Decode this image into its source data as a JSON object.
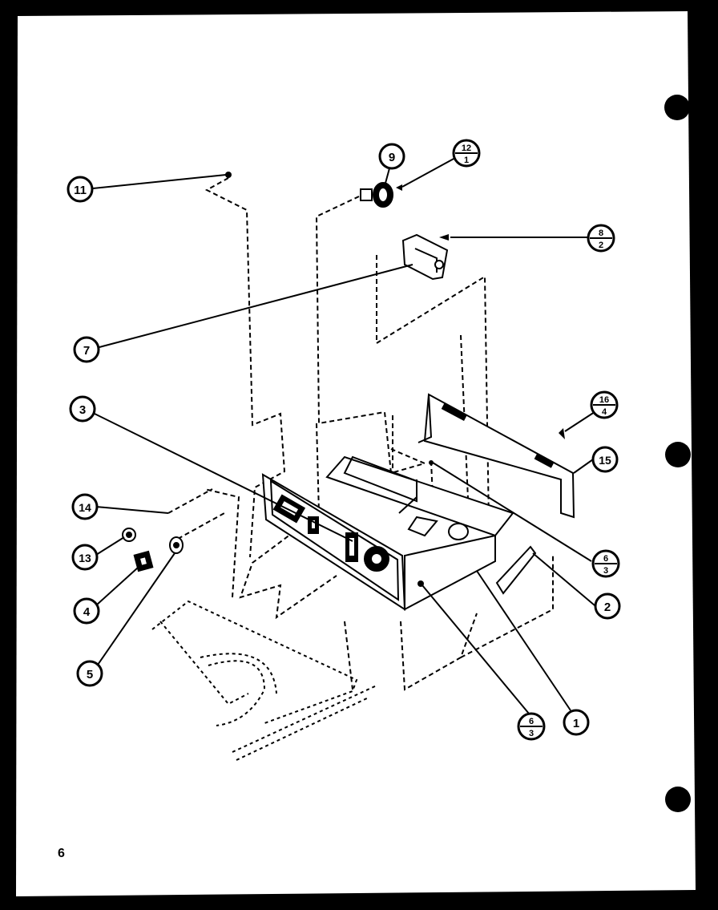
{
  "page": {
    "number": "6"
  },
  "callouts": [
    {
      "id": "callout-11",
      "label": "11"
    },
    {
      "id": "callout-9",
      "label": "9"
    },
    {
      "id": "callout-12-1",
      "num": "12",
      "den": "1"
    },
    {
      "id": "callout-8-2",
      "num": "8",
      "den": "2"
    },
    {
      "id": "callout-7",
      "label": "7"
    },
    {
      "id": "callout-3",
      "label": "3"
    },
    {
      "id": "callout-16-4",
      "num": "16",
      "den": "4"
    },
    {
      "id": "callout-15",
      "label": "15"
    },
    {
      "id": "callout-14",
      "label": "14"
    },
    {
      "id": "callout-13",
      "label": "13"
    },
    {
      "id": "callout-4",
      "label": "4"
    },
    {
      "id": "callout-5",
      "label": "5"
    },
    {
      "id": "callout-6-3-right",
      "num": "6",
      "den": "3"
    },
    {
      "id": "callout-2",
      "label": "2"
    },
    {
      "id": "callout-6-3-bottom",
      "num": "6",
      "den": "3"
    },
    {
      "id": "callout-1",
      "label": "1"
    }
  ],
  "colors": {
    "paper": "#ffffff",
    "ink": "#000000",
    "background": "#000000"
  }
}
